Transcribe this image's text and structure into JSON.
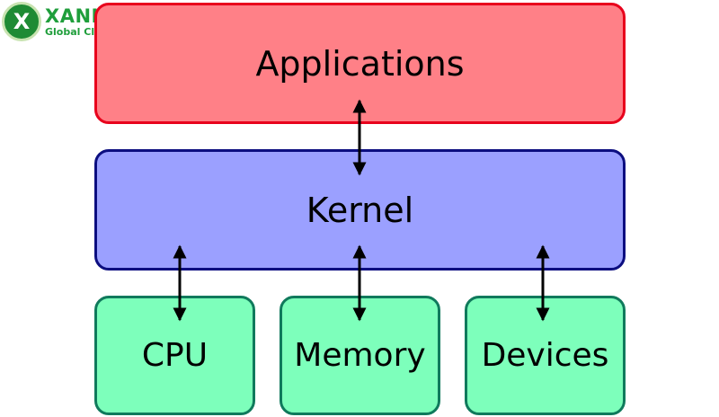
{
  "logo": {
    "mark": "X",
    "name": "XANHCLOUD",
    "tagline": "Global Cloud Solutions"
  },
  "layers": {
    "applications": "Applications",
    "kernel": "Kernel",
    "cpu": "CPU",
    "memory": "Memory",
    "devices": "Devices"
  },
  "colors": {
    "applications_fill": "#ff8087",
    "applications_stroke": "#e8001c",
    "kernel_fill": "#9ba0ff",
    "kernel_stroke": "#0c0e80",
    "hardware_fill": "#7dffbb",
    "hardware_stroke": "#107a5c",
    "brand": "#1f9e3b"
  }
}
